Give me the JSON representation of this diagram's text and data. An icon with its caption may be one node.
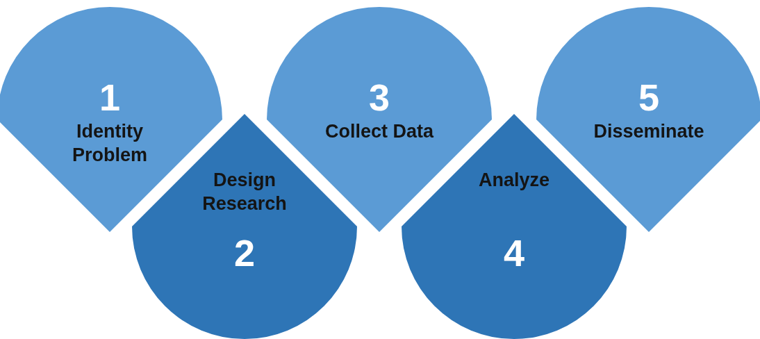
{
  "diagram": {
    "nodes": [
      {
        "text": [
          "1",
          "Identity Problem"
        ]
      },
      {
        "text": [
          "Design Research",
          "2"
        ]
      },
      {
        "text": [
          "3",
          "Collect Data"
        ]
      },
      {
        "text": [
          "Analyze",
          "4"
        ]
      },
      {
        "text": [
          "5",
          "Disseminate"
        ]
      }
    ]
  }
}
